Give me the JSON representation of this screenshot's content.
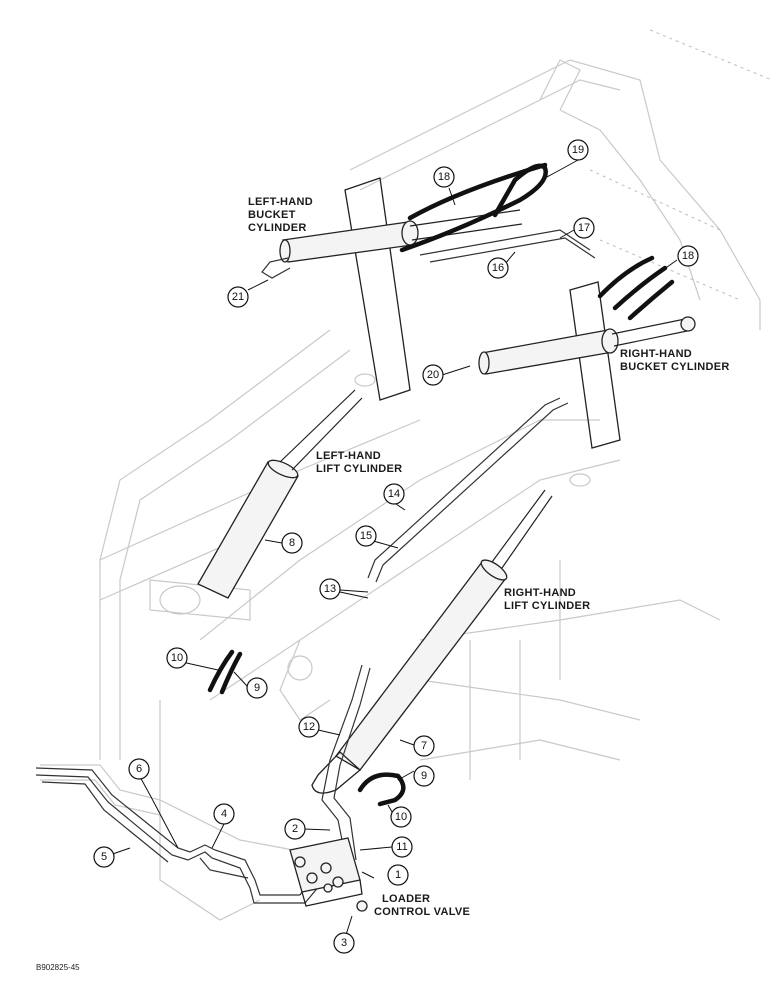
{
  "labels": {
    "lh_bucket_1": "LEFT-HAND",
    "lh_bucket_2": "BUCKET",
    "lh_bucket_3": "CYLINDER",
    "rh_bucket_1": "RIGHT-HAND",
    "rh_bucket_2": "BUCKET CYLINDER",
    "lh_lift_1": "LEFT-HAND",
    "lh_lift_2": "LIFT CYLINDER",
    "rh_lift_1": "RIGHT-HAND",
    "rh_lift_2": "LIFT CYLINDER",
    "valve_1": "LOADER",
    "valve_2": "CONTROL VALVE"
  },
  "callouts": [
    "1",
    "2",
    "3",
    "4",
    "5",
    "6",
    "7",
    "8",
    "9",
    "9",
    "10",
    "10",
    "11",
    "12",
    "13",
    "14",
    "15",
    "16",
    "17",
    "18",
    "18",
    "19",
    "20",
    "21"
  ],
  "figure_id": "B902825-45"
}
